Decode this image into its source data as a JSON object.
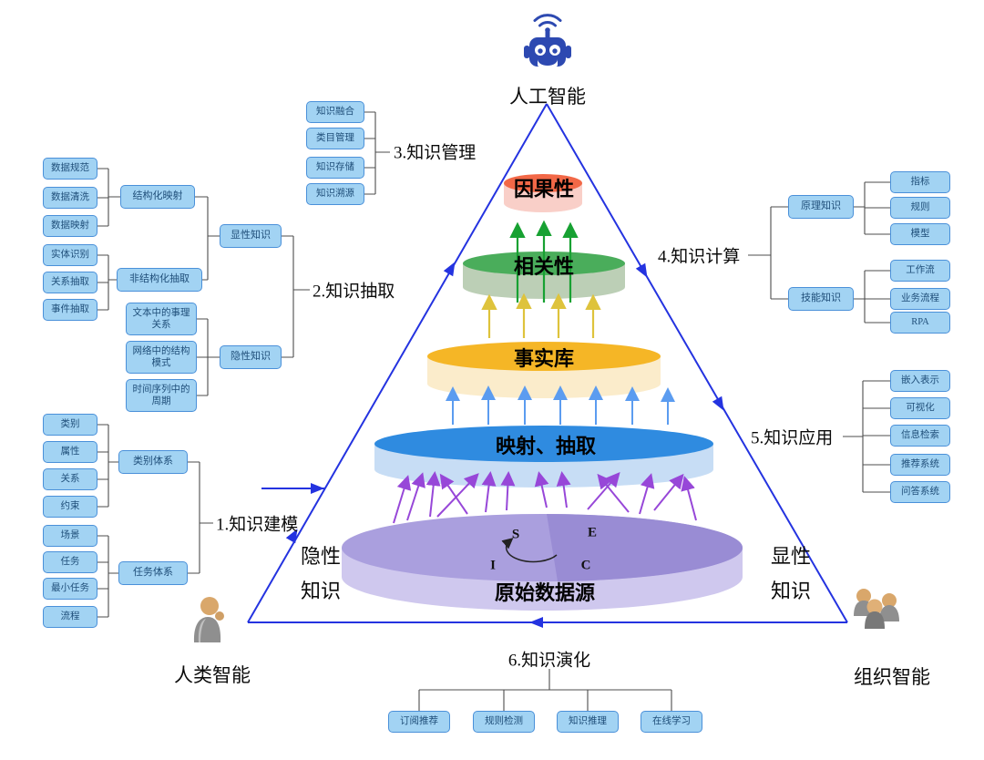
{
  "entities": {
    "ai": "人工智能",
    "human": "人类智能",
    "organization": "组织智能"
  },
  "pyramid": {
    "layers": [
      "因果性",
      "相关性",
      "事实库",
      "映射、抽取",
      "原始数据源"
    ],
    "tacit": "隐性\n知识",
    "explicit": "显性\n知识",
    "seci": [
      "S",
      "E",
      "I",
      "C"
    ]
  },
  "modeling": {
    "label": "1.知识建模",
    "category_system": "类别体系",
    "category_children": [
      "类别",
      "属性",
      "关系",
      "约束"
    ],
    "task_system": "任务体系",
    "task_children": [
      "场景",
      "任务",
      "最小任务",
      "流程"
    ]
  },
  "extraction": {
    "label": "2.知识抽取",
    "structured": "结构化映射",
    "structured_children": [
      "数据规范",
      "数据清洗",
      "数据映射"
    ],
    "unstructured": "非结构化抽取",
    "unstructured_children": [
      "实体识别",
      "关系抽取",
      "事件抽取"
    ],
    "explicit": "显性知识",
    "implicit": "隐性知识",
    "implicit_children": [
      "文本中的事理关系",
      "网络中的结构模式",
      "时间序列中的周期"
    ]
  },
  "management": {
    "label": "3.知识管理",
    "children": [
      "知识融合",
      "类目管理",
      "知识存储",
      "知识溯源"
    ]
  },
  "computation": {
    "label": "4.知识计算",
    "principle": "原理知识",
    "principle_children": [
      "指标",
      "规则",
      "模型"
    ],
    "skill": "技能知识",
    "skill_children": [
      "工作流",
      "业务流程",
      "RPA"
    ]
  },
  "application": {
    "label": "5.知识应用",
    "children": [
      "嵌入表示",
      "可视化",
      "信息检索",
      "推荐系统",
      "问答系统"
    ]
  },
  "evolution": {
    "label": "6.知识演化",
    "children": [
      "订阅推荐",
      "规则检测",
      "知识推理",
      "在线学习"
    ]
  },
  "colors": {
    "node_fill": "#a2d3f3",
    "node_border": "#4a90d9",
    "node_text": "#1f4e79",
    "line": "#4d4d4d",
    "triangle": "#2433e0",
    "green": "#17a132",
    "yellow": "#dec33c",
    "blue": "#5b9cf0",
    "purple": "#9747d8",
    "robot": "#2d49b1",
    "causal_top": "#f26847",
    "causal_body": "#f9cfc8",
    "corr_top": "#4aad5b",
    "corr_body": "#bccfb6",
    "fact_top": "#f5b626",
    "fact_body": "#fbeccb",
    "map_top": "#2f8be0",
    "map_body": "#c7ddf5",
    "src_top": "#aa9fde",
    "src_top2": "#998cd4",
    "src_body": "#cfc8ee"
  }
}
